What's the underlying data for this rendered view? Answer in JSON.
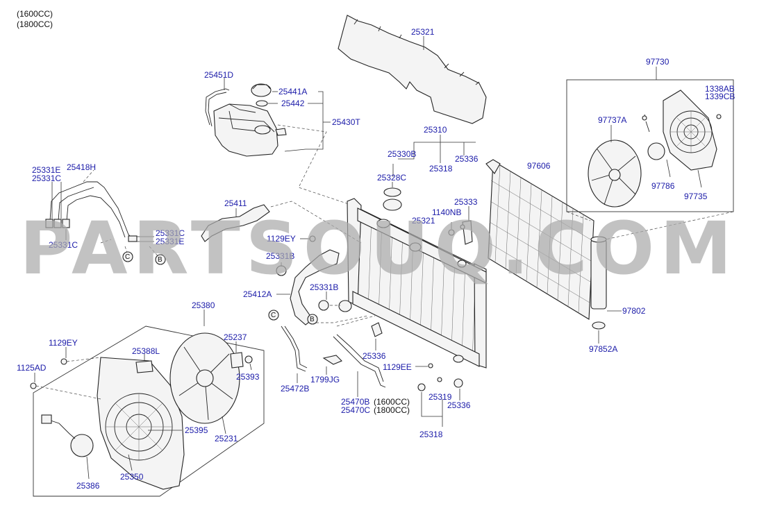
{
  "header": {
    "variant_1600": "(1600CC)",
    "variant_1800": "(1800CC)"
  },
  "watermark": "PARTSOUQ.COM",
  "labels": {
    "p25321_top": "25321",
    "p25451D": "25451D",
    "p25441A": "25441A",
    "p25442": "25442",
    "p25430T": "25430T",
    "p25310": "25310",
    "p25330B": "25330B",
    "p25336_top": "25336",
    "p25318_top": "25318",
    "p25328C": "25328C",
    "p25333": "25333",
    "p1140NB": "1140NB",
    "p25321_mid": "25321",
    "p97730": "97730",
    "p1338AB": "1338AB",
    "p1339CB": "1339CB",
    "p97737A": "97737A",
    "p97606": "97606",
    "p97786": "97786",
    "p97735": "97735",
    "p25331E_a": "25331E",
    "p25418H": "25418H",
    "p25331C_a": "25331C",
    "p25411": "25411",
    "p25331C_b": "25331C",
    "p25331E_b": "25331E",
    "p25331C_c": "25331C",
    "p1129EY_a": "1129EY",
    "p25331B_a": "25331B",
    "p25412A": "25412A",
    "p25331B_b": "25331B",
    "p97802": "97802",
    "p97852A": "97852A",
    "p25380": "25380",
    "p1129EY_b": "1129EY",
    "p25388L": "25388L",
    "p25237": "25237",
    "p1125AD": "1125AD",
    "p25393": "25393",
    "p25336_mid": "25336",
    "p1129EE": "1129EE",
    "p1799JG": "1799JG",
    "p25472B": "25472B",
    "p25470B": "25470B",
    "p25470B_note": "(1600CC)",
    "p25470C": "25470C",
    "p25470C_note": "(1800CC)",
    "p25319": "25319",
    "p25336_bot": "25336",
    "p25395": "25395",
    "p25231": "25231",
    "p25318_bot": "25318",
    "p25386": "25386",
    "p25350": "25350"
  },
  "refs": {
    "C_left": "C",
    "B_left": "B",
    "C_mid": "C",
    "B_mid": "B"
  }
}
